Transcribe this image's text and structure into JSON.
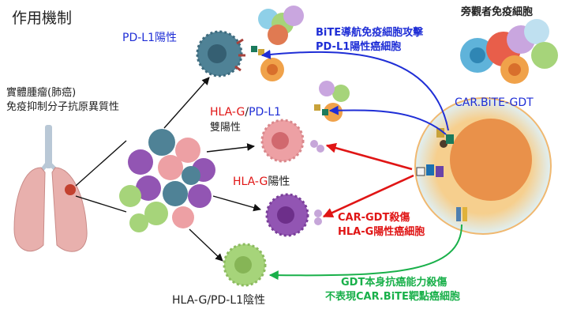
{
  "title": "作用機制",
  "tumor_label": {
    "line1": "實體腫瘤(肺癌)",
    "line2": "免疫抑制分子抗原異質性"
  },
  "cell_labels": {
    "pdl1_pos": "PD-L1陽性",
    "dual_hlag": "HLA-G",
    "dual_slash": "/",
    "dual_pdl1": "PD-L1",
    "dual_pos": "雙陽性",
    "hlag_pos_hlag": "HLA-G",
    "hlag_pos_text": "陽性",
    "double_neg": "HLA-G/PD-L1陰性",
    "bystander": "旁觀者免疫細胞"
  },
  "mechanisms": {
    "bite_line1": "BiTE導航免疫細胞攻擊",
    "bite_line2": "PD-L1陽性癌細胞",
    "car_bite_gdt": "CAR.BiTE-GDT",
    "car_gdt_line1": "CAR-GDT殺傷",
    "car_gdt_line2": "HLA-G陽性癌細胞",
    "gdt_line1": "GDT本身抗癌能力殺傷",
    "gdt_line2": "不表現CAR.BiTE靶點癌細胞"
  },
  "colors": {
    "blue": "#1f2ed6",
    "red": "#e01515",
    "green": "#19b04a",
    "pdl1_cell": "#4f8296",
    "hlag_cell": "#9255b3",
    "dual_cell": "#eda0a4",
    "neg_cell": "#a6d47a",
    "lung": "#e8b0ad",
    "gdt_core": "#e9914a",
    "gdt_body": "#f6cf8e"
  }
}
